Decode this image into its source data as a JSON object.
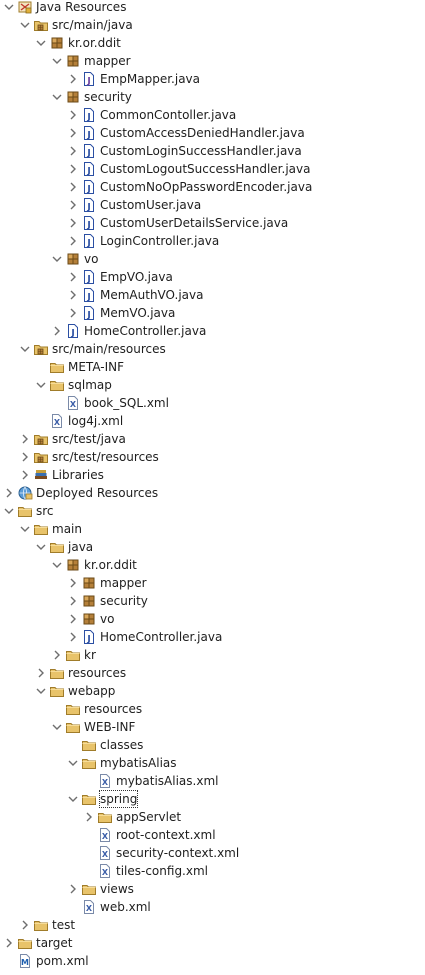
{
  "tree": [
    {
      "label": "Java Resources",
      "depth": 0,
      "icon": "java-resources-icon",
      "expanded": true
    },
    {
      "label": "src/main/java",
      "depth": 1,
      "icon": "source-folder-icon",
      "expanded": true
    },
    {
      "label": "kr.or.ddit",
      "depth": 2,
      "icon": "package-icon",
      "expanded": true
    },
    {
      "label": "mapper",
      "depth": 3,
      "icon": "package-icon",
      "expanded": true
    },
    {
      "label": "EmpMapper.java",
      "depth": 4,
      "icon": "interface-file-icon",
      "expanded": false
    },
    {
      "label": "security",
      "depth": 3,
      "icon": "package-icon",
      "expanded": true
    },
    {
      "label": "CommonContoller.java",
      "depth": 4,
      "icon": "java-file-icon",
      "expanded": false
    },
    {
      "label": "CustomAccessDeniedHandler.java",
      "depth": 4,
      "icon": "java-file-icon",
      "expanded": false
    },
    {
      "label": "CustomLoginSuccessHandler.java",
      "depth": 4,
      "icon": "java-file-icon",
      "expanded": false
    },
    {
      "label": "CustomLogoutSuccessHandler.java",
      "depth": 4,
      "icon": "java-file-icon",
      "expanded": false
    },
    {
      "label": "CustomNoOpPasswordEncoder.java",
      "depth": 4,
      "icon": "java-file-icon",
      "expanded": false
    },
    {
      "label": "CustomUser.java",
      "depth": 4,
      "icon": "java-file-icon",
      "expanded": false
    },
    {
      "label": "CustomUserDetailsService.java",
      "depth": 4,
      "icon": "java-file-icon",
      "expanded": false
    },
    {
      "label": "LoginController.java",
      "depth": 4,
      "icon": "java-file-icon",
      "expanded": false
    },
    {
      "label": "vo",
      "depth": 3,
      "icon": "package-icon",
      "expanded": true
    },
    {
      "label": "EmpVO.java",
      "depth": 4,
      "icon": "java-file-icon",
      "expanded": false
    },
    {
      "label": "MemAuthVO.java",
      "depth": 4,
      "icon": "java-file-icon",
      "expanded": false
    },
    {
      "label": "MemVO.java",
      "depth": 4,
      "icon": "java-file-icon",
      "expanded": false
    },
    {
      "label": "HomeController.java",
      "depth": 3,
      "icon": "java-file-icon",
      "expanded": false
    },
    {
      "label": "src/main/resources",
      "depth": 1,
      "icon": "source-folder-icon",
      "expanded": true
    },
    {
      "label": "META-INF",
      "depth": 2,
      "icon": "folder-icon",
      "expanded": null
    },
    {
      "label": "sqlmap",
      "depth": 2,
      "icon": "folder-icon",
      "expanded": true
    },
    {
      "label": "book_SQL.xml",
      "depth": 3,
      "icon": "xml-file-icon",
      "expanded": null
    },
    {
      "label": "log4j.xml",
      "depth": 2,
      "icon": "xml-file-icon",
      "expanded": null
    },
    {
      "label": "src/test/java",
      "depth": 1,
      "icon": "source-folder-icon",
      "expanded": false
    },
    {
      "label": "src/test/resources",
      "depth": 1,
      "icon": "source-folder-icon",
      "expanded": false
    },
    {
      "label": "Libraries",
      "depth": 1,
      "icon": "libraries-icon",
      "expanded": false
    },
    {
      "label": "Deployed Resources",
      "depth": 0,
      "icon": "deployed-resources-icon",
      "expanded": false
    },
    {
      "label": "src",
      "depth": 0,
      "icon": "folder-icon",
      "expanded": true
    },
    {
      "label": "main",
      "depth": 1,
      "icon": "folder-icon",
      "expanded": true
    },
    {
      "label": "java",
      "depth": 2,
      "icon": "folder-icon",
      "expanded": true
    },
    {
      "label": "kr.or.ddit",
      "depth": 3,
      "icon": "package-icon",
      "expanded": true
    },
    {
      "label": "mapper",
      "depth": 4,
      "icon": "package-icon",
      "expanded": false
    },
    {
      "label": "security",
      "depth": 4,
      "icon": "package-icon",
      "expanded": false
    },
    {
      "label": "vo",
      "depth": 4,
      "icon": "package-icon",
      "expanded": false
    },
    {
      "label": "HomeController.java",
      "depth": 4,
      "icon": "java-file-icon",
      "expanded": false
    },
    {
      "label": "kr",
      "depth": 3,
      "icon": "folder-icon",
      "expanded": false
    },
    {
      "label": "resources",
      "depth": 2,
      "icon": "folder-icon",
      "expanded": false
    },
    {
      "label": "webapp",
      "depth": 2,
      "icon": "folder-icon",
      "expanded": true
    },
    {
      "label": "resources",
      "depth": 3,
      "icon": "folder-icon",
      "expanded": null
    },
    {
      "label": "WEB-INF",
      "depth": 3,
      "icon": "folder-icon",
      "expanded": true
    },
    {
      "label": "classes",
      "depth": 4,
      "icon": "folder-icon",
      "expanded": null
    },
    {
      "label": "mybatisAlias",
      "depth": 4,
      "icon": "folder-icon",
      "expanded": true
    },
    {
      "label": "mybatisAlias.xml",
      "depth": 5,
      "icon": "xml-file-icon",
      "expanded": null
    },
    {
      "label": "spring",
      "depth": 4,
      "icon": "folder-icon",
      "expanded": true,
      "focused": true
    },
    {
      "label": "appServlet",
      "depth": 5,
      "icon": "folder-icon",
      "expanded": false
    },
    {
      "label": "root-context.xml",
      "depth": 5,
      "icon": "xml-file-icon",
      "expanded": null
    },
    {
      "label": "security-context.xml",
      "depth": 5,
      "icon": "xml-file-icon",
      "expanded": null
    },
    {
      "label": "tiles-config.xml",
      "depth": 5,
      "icon": "xml-file-icon",
      "expanded": null
    },
    {
      "label": "views",
      "depth": 4,
      "icon": "folder-icon",
      "expanded": false
    },
    {
      "label": "web.xml",
      "depth": 4,
      "icon": "xml-file-icon",
      "expanded": null
    },
    {
      "label": "test",
      "depth": 1,
      "icon": "folder-icon",
      "expanded": false
    },
    {
      "label": "target",
      "depth": 0,
      "icon": "folder-icon",
      "expanded": false
    },
    {
      "label": "pom.xml",
      "depth": 0,
      "icon": "maven-pom-icon",
      "expanded": null
    }
  ],
  "colors": {
    "twistie": "#6e6e6e",
    "folder": "#e8c36a",
    "package": "#b5803a",
    "java_file": "#2b4fa3",
    "xml_file": "#3b5ea8"
  }
}
